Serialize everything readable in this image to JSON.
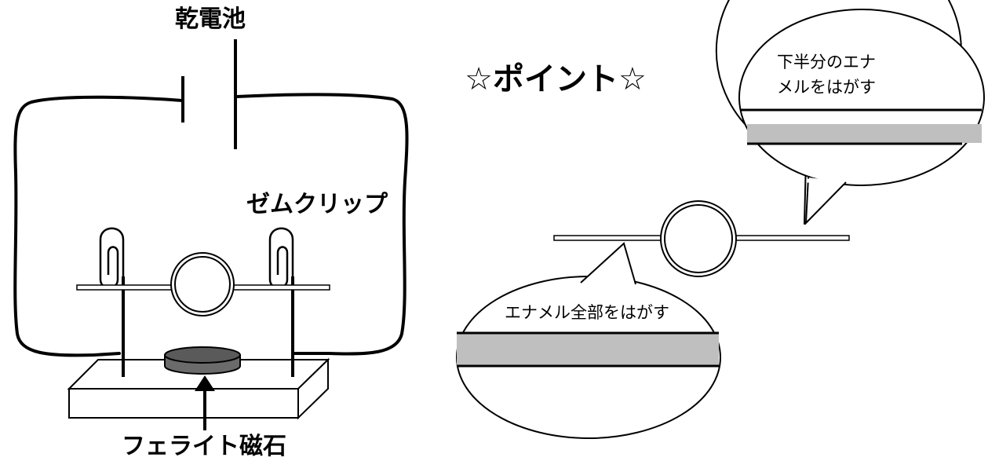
{
  "labels": {
    "battery": "乾電池",
    "clip": "ゼムクリップ",
    "magnet": "フェライト磁石",
    "point": "☆ポイント☆",
    "callout_top_line1": "下半分のエナ",
    "callout_top_line2": "メルをはがす",
    "callout_bottom": "エナメル全部をはがす"
  },
  "colors": {
    "line": "#000000",
    "enamel_strip": "#bfbfbf",
    "magnet_fill": "#6b6b6b",
    "background": "#ffffff"
  }
}
